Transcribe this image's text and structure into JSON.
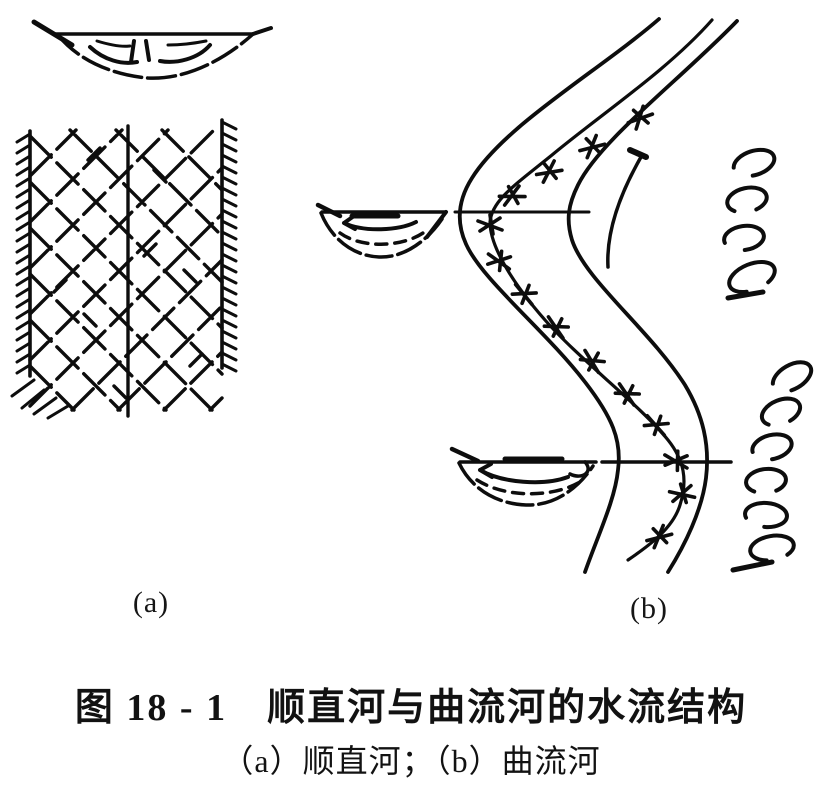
{
  "figure": {
    "caption": {
      "line1": "图 18 - 1　顺直河与曲流河的水流结构",
      "line2": "（a）顺直河；（b）曲流河"
    },
    "panels": {
      "a": {
        "label": "(a)"
      },
      "b": {
        "label": "(b)"
      }
    },
    "colors": {
      "ink": "#0d0d0d",
      "background": "#ffffff"
    },
    "icons": {
      "helical_flow_upper": "spiral-coil-4-loops",
      "helical_flow_lower": "spiral-coil-6-loops",
      "thalweg_marks": "feathered-flow-arrow-ticks",
      "bank_hatching": "short-tick-hachures"
    }
  }
}
